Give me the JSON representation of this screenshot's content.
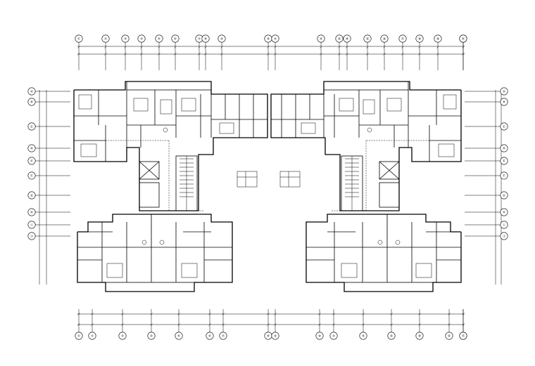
{
  "drawing": {
    "title": "",
    "total_dimension_top": "",
    "total_dimension_bottom": ""
  },
  "axes": {
    "top": [
      "①",
      "②",
      "③",
      "④",
      "⑤",
      "⑥",
      "⑦",
      "⑧",
      "⑨",
      "⑩",
      "⑪",
      "⑫",
      "⑬",
      "⑭",
      "⑮",
      "⑯",
      "⑰",
      "⑱",
      "⑲",
      "⑳",
      "㉑"
    ],
    "bottom": [
      "①",
      "②",
      "③",
      "④",
      "⑤",
      "⑥",
      "⑦",
      "⑧",
      "⑨",
      "⑩",
      "⑪",
      "⑫",
      "⑬",
      "⑭",
      "⑮",
      "⑯",
      "⑰"
    ],
    "left": [
      "Ⓐ",
      "Ⓑ",
      "Ⓒ",
      "Ⓓ",
      "Ⓔ",
      "Ⓕ",
      "Ⓖ",
      "Ⓗ",
      "Ⓘ",
      "Ⓙ"
    ],
    "right": [
      "Ⓐ",
      "Ⓑ",
      "Ⓒ",
      "Ⓓ",
      "Ⓔ",
      "Ⓕ",
      "Ⓖ",
      "Ⓗ",
      "Ⓘ",
      "Ⓙ"
    ]
  },
  "dimensions": {
    "top": [
      "",
      "",
      "",
      "",
      "",
      "",
      "",
      "",
      "",
      "",
      "",
      "",
      "",
      "",
      "",
      "",
      "",
      "",
      "",
      ""
    ],
    "bottom": [
      "",
      "",
      "",
      "",
      "",
      "",
      "",
      "",
      "",
      "",
      "",
      "",
      "",
      "",
      "",
      ""
    ]
  }
}
